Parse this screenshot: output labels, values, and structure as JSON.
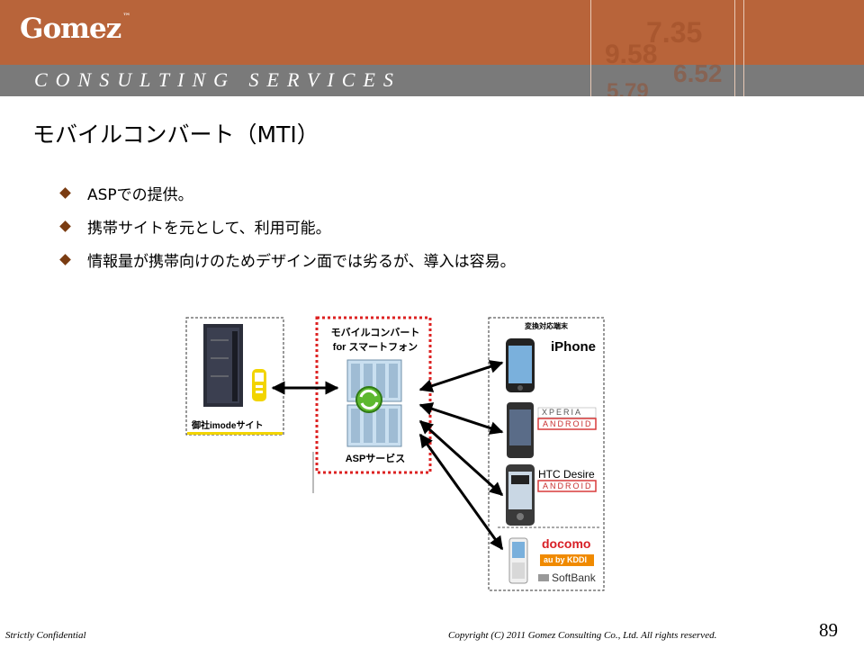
{
  "header": {
    "logo_text": "Gomez",
    "logo_tm": "™",
    "subtitle": "CONSULTING SERVICES",
    "deco_numbers": [
      "7.35",
      "9.58",
      "6.52",
      "5.79"
    ]
  },
  "slide": {
    "title": "モバイルコンバート（MTI）",
    "bullets": [
      "ASPでの提供。",
      "携帯サイトを元として、利用可能。",
      "情報量が携帯向けのためデザイン面では劣るが、導入は容易。"
    ]
  },
  "diagram": {
    "left_box_label": "御社imodeサイト",
    "center_box_title_1": "モバイルコンバート",
    "center_box_title_2": "for スマートフォン",
    "center_box_label": "ASPサービス",
    "right_box_header": "変換対応端末",
    "devices": [
      "iPhone",
      "XPERIA",
      "ANDROID",
      "HTC Desire",
      "ANDROID",
      "docomo",
      "au by KDDI",
      "SoftBank"
    ]
  },
  "footer": {
    "left": "Strictly Confidential",
    "right": "Copyright (C) 2011 Gomez Consulting Co., Ltd.  All rights reserved.",
    "page": "89"
  },
  "colors": {
    "header_orange": "#b8643a",
    "header_gray": "#7a7a7a",
    "bullet_diamond": "#7a3c12",
    "center_box_border": "#dd2222"
  }
}
